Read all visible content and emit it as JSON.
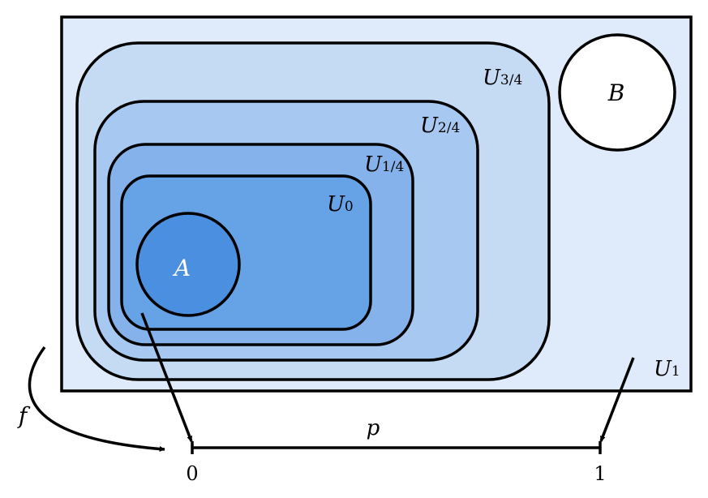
{
  "colors": {
    "background": "#dfebfa",
    "u_three_quarters": "#c5daf3",
    "u_two_quarters": "#a7c8f0",
    "u_one_quarter": "#85b2ea",
    "u_zero": "#66a2e6",
    "set_a": "#4b8fe0",
    "set_b": "#ffffff",
    "stroke": "#000000"
  },
  "labels": {
    "u_one": {
      "main": "U",
      "sub": "1"
    },
    "u_three_quarters": {
      "main": "U",
      "sub": "3/4"
    },
    "u_two_quarters": {
      "main": "U",
      "sub": "2/4"
    },
    "u_one_quarter": {
      "main": "U",
      "sub": "1/4"
    },
    "u_zero": {
      "main": "U",
      "sub": "0"
    },
    "set_a": "A",
    "set_b": "B",
    "map_f": "f",
    "path_p": "p",
    "interval_start": "0",
    "interval_end": "1"
  }
}
